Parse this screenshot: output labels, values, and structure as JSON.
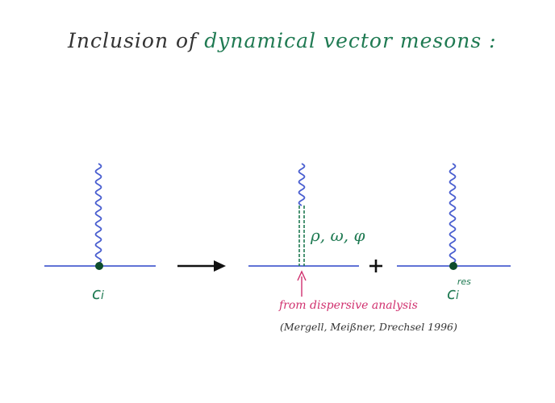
{
  "title": {
    "prefix": "Inclusion of",
    "highlight": "dynamical vector mesons :"
  },
  "diagram": {
    "vertex_label": "c",
    "vertex_sub": "i",
    "plus_sign": "+",
    "mesons_label": "ρ, ω, φ",
    "source_label": "from dispersive analysis",
    "citation": "(Mergell, Meißner, Drechsel 1996)",
    "res_label": "c",
    "res_sub": "i",
    "res_sup": "res"
  },
  "colors": {
    "line": "#4a5fd0",
    "vertex": "#0e4d2c",
    "green": "#1f7a52",
    "pink": "#d0306e",
    "arrow": "#111111"
  }
}
